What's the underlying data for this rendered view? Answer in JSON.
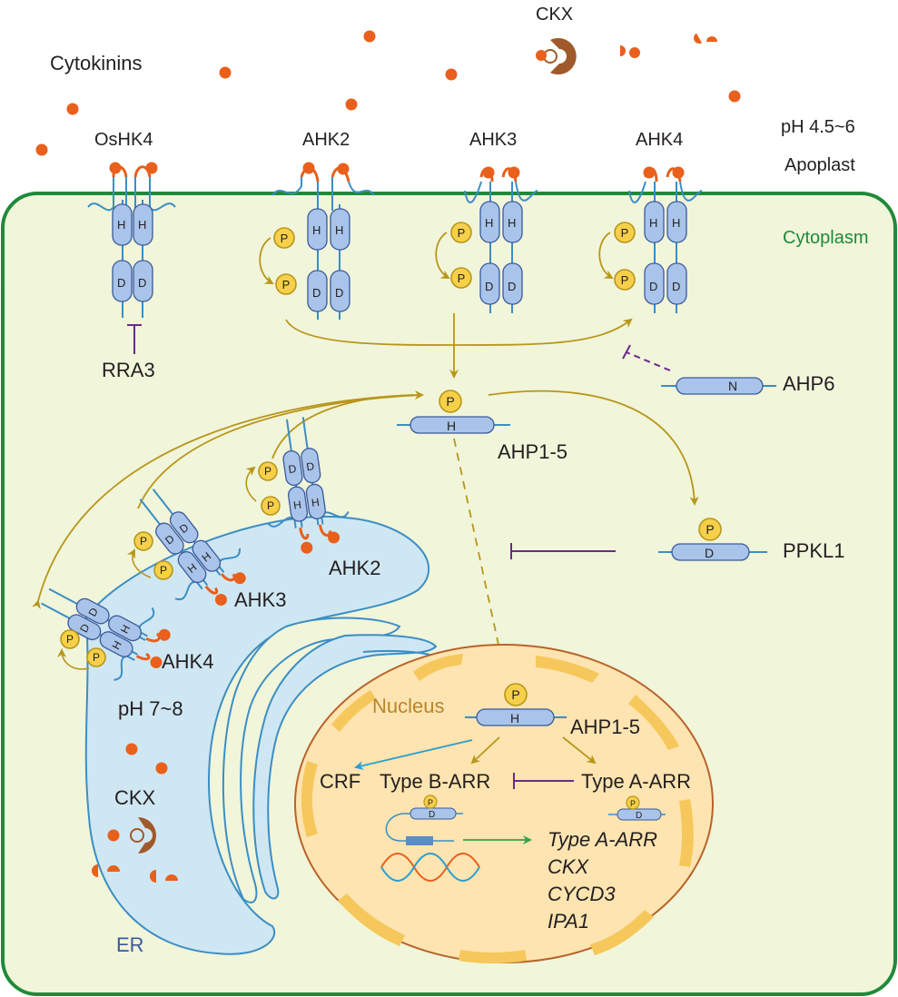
{
  "outside": {
    "cytokinins": "Cytokinins",
    "ckx": "CKX",
    "ph": "pH 4.5~6",
    "apoplast": "Apoplast"
  },
  "receptors": {
    "oshk4": "OsHK4",
    "ahk2": "AHK2",
    "ahk3": "AHK3",
    "ahk4": "AHK4"
  },
  "cytoplasm": "Cytoplasm",
  "regulators": {
    "rra3": "RRA3",
    "ahp6": "AHP6",
    "ppkl1": "PPKL1"
  },
  "ahp": "AHP1-5",
  "domains": {
    "his": "H",
    "asp": "D",
    "phos": "P",
    "n": "N"
  },
  "er": {
    "ahk2": "AHK2",
    "ahk3": "AHK3",
    "ahk4": "AHK4",
    "ph": "pH 7~8",
    "ckx": "CKX",
    "label": "ER"
  },
  "nucleus": {
    "label": "Nucleus",
    "ahp": "AHP1-5",
    "crf": "CRF",
    "type_b": "Type B-ARR",
    "type_a": "Type A-ARR",
    "targets": [
      "Type A-ARR",
      "CKX",
      "CYCD3",
      "IPA1"
    ]
  },
  "colors": {
    "cytokinin": "#e8601c",
    "membrane": "#1e8a3a",
    "cytoplasm": "#f1f5da",
    "er_fill": "#cfe7f2",
    "er_stroke": "#3b8ec4",
    "nucleus_fill": "#fde4b0",
    "nucleus_stroke": "#b8632a",
    "pore": "#f6c75a",
    "arrow": "#b8961a",
    "inhibit": "#6a2a8a",
    "crf_arrow": "#2a9fd0",
    "transcribe_arrow": "#3aa04a",
    "ckx_enzyme": "#a0592a",
    "domain_fill": "#a9c4ea",
    "domain_stroke": "#3a5a9a",
    "phos_fill": "#f7d04a"
  }
}
